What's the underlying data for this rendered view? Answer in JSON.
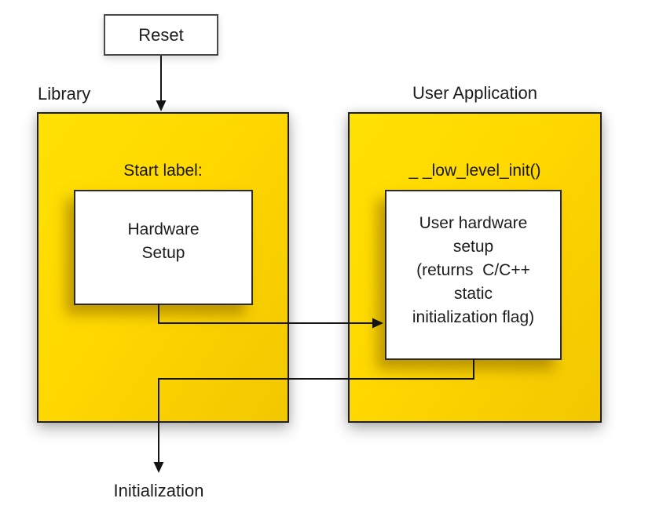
{
  "diagram": {
    "title_context": "Reset / low-level initialization flow",
    "reset_node": {
      "label": "Reset"
    },
    "library": {
      "title": "Library",
      "caption": "Start label:",
      "box_lines": [
        "Hardware",
        "Setup"
      ]
    },
    "user_application": {
      "title": "User Application",
      "caption": "_ _low_level_init()",
      "box_lines": [
        "User hardware",
        "setup",
        "(returns  C/C++",
        "static",
        "initialization flag)"
      ]
    },
    "initialization_label": "Initialization",
    "colors": {
      "panel_yellow": "#FFD800",
      "panel_yellow_light": "#FFE103",
      "panel_yellow_dark": "#F2C700",
      "line_black": "#141414",
      "box_white": "#FFFFFF"
    }
  }
}
